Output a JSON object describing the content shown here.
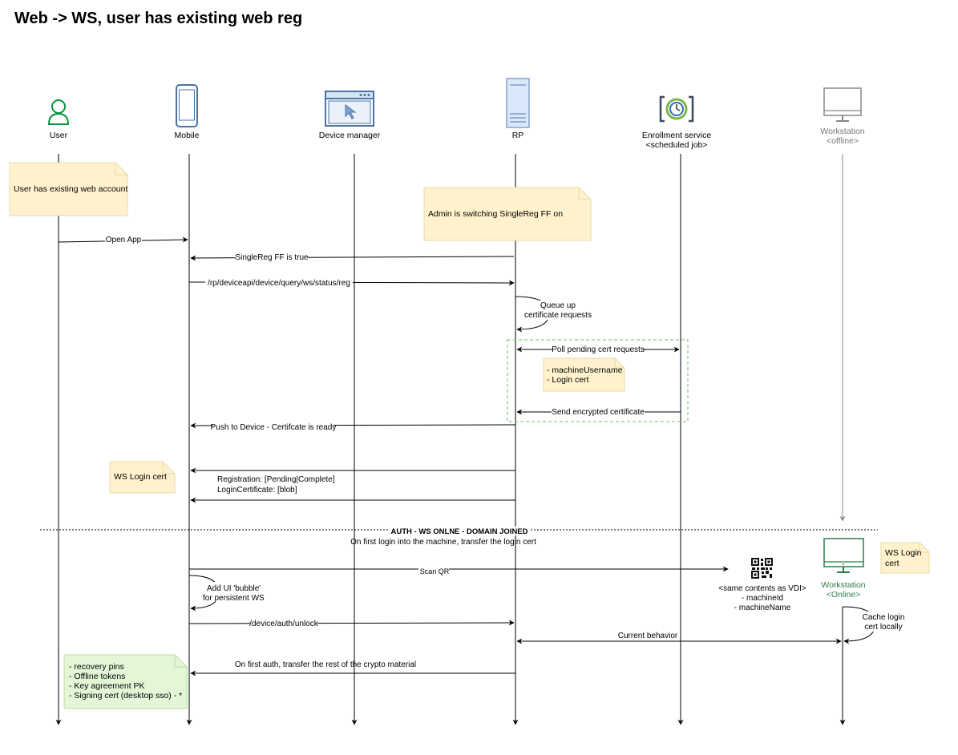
{
  "title": "Web -> WS, user has existing web reg",
  "colors": {
    "note_fill": "#fff2cc",
    "note_stroke": "#d6b656",
    "green_note_fill": "#e4f6d8",
    "green_note_stroke": "#82b366",
    "user_green": "#0a9341",
    "workstation_green": "#2d7d46",
    "offline_gray": "#777777",
    "dashed_box": "#6bbf6b",
    "device_blue": "#4a72a6"
  },
  "actors": [
    {
      "name": "User",
      "sub": "",
      "icon": "user-icon"
    },
    {
      "name": "Mobile",
      "sub": "",
      "icon": "mobile-phone-icon"
    },
    {
      "name": "Device manager",
      "sub": "",
      "icon": "browser-window-icon"
    },
    {
      "name": "RP",
      "sub": "",
      "icon": "server-icon"
    },
    {
      "name": "Enrollment service",
      "sub": "<scheduled job>",
      "icon": "scheduled-job-clock-icon"
    },
    {
      "name": "Workstation",
      "sub": "<offline>",
      "icon": "monitor-offline-icon"
    }
  ],
  "workstation_online": {
    "name": "Workstation",
    "sub": "<Online>",
    "icon": "monitor-online-icon"
  },
  "notes": {
    "existing_account": "User has existing web account",
    "admin_ff": "Admin is switching SingleReg FF on",
    "cert_contents": [
      "- machineUsername",
      "- Login cert"
    ],
    "ws_login_cert_left": "WS Login cert",
    "ws_login_cert_right": [
      "WS Login",
      "cert"
    ],
    "crypto_material": [
      "- recovery pins",
      "- Offline tokens",
      "- Key agreement PK",
      "- Signing cert (desktop sso) - *"
    ]
  },
  "messages": {
    "open_app": "Open App",
    "singlereg_true": "SingleReg FF is true",
    "status_reg": "/rp/deviceapi/device/query/ws/status/reg",
    "queue_up": [
      "Queue up",
      "certificate requests"
    ],
    "poll_pending": "Poll pending cert requests",
    "send_encrypted": "Send  encrypted certificate",
    "push_to_device": "Push to Device - Certifcate is ready",
    "registration": [
      "Registration: [Pending|Complete]",
      "LoginCertificate: [blob]"
    ],
    "scan_qr": "Scan QR",
    "add_ui_bubble": [
      "Add UI 'bubble'",
      "for persistent WS"
    ],
    "auth_unlock": "/device/auth/unlock",
    "current_behavior": "Current behavior",
    "cache_login": [
      "Cache login",
      "cert locally"
    ],
    "first_auth": "On first auth, transfer the rest of the crypto material"
  },
  "divider": {
    "heading": "AUTH - WS ONLNE - DOMAIN JOINED",
    "subheading": "On first login into the machine, transfer the login cert"
  },
  "qr": {
    "icon": "qr-code-icon",
    "lines": [
      "<same contents as VDI>",
      "- machineId",
      "- machineName"
    ]
  }
}
